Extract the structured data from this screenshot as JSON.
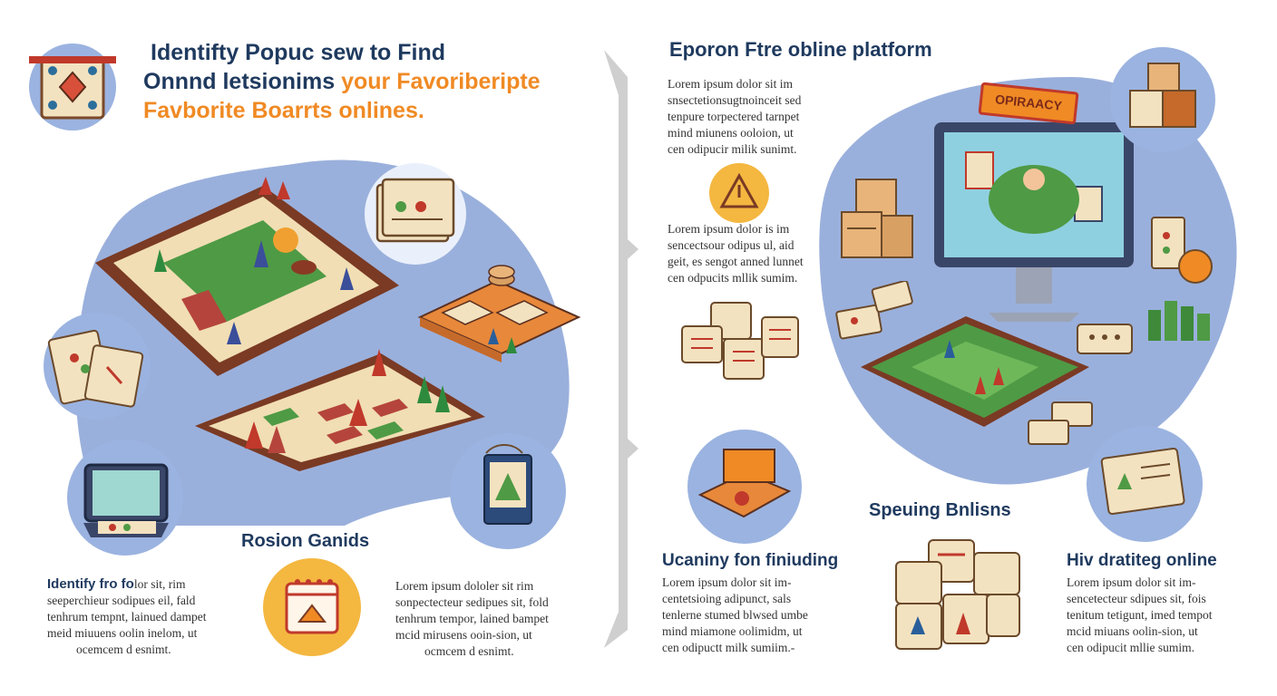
{
  "left": {
    "heading": {
      "line1": "Identifty Popuc sew to Find",
      "line2_dark": "Onnnd letsionims",
      "line2_orange": "your Favoriberipte",
      "line3": "Favborite Boarrts onlines."
    },
    "sub_heading": "Rosion Ganids",
    "bottom_left": {
      "title": "Identify fro fo",
      "title_tail": "lor sit, rim",
      "lines": [
        "seeperchieur sodipues eil, fald",
        "tenhrum tempnt, lainued dampet",
        "meid miuuens oolin inelom, ut",
        "ocemcem d esnimt."
      ]
    },
    "bottom_right": {
      "lines": [
        "Lorem ipsum dololer sit rim",
        "sonpectecteur sedipues sit, fold",
        "tenhrum tempor, lained bampet",
        "mcid mirusens ooin-sion, ut",
        "ocmcem d esnimt."
      ]
    }
  },
  "right": {
    "heading": "Eporon Ftre obline platform",
    "para1": [
      "Lorem ipsum dolor sit im",
      "snsectetionsugtnoinceit sed",
      "tenpure torpectered tarnpet",
      "mind miunens ooloion, ut",
      "cen odipucir milik sunimt."
    ],
    "para2": [
      "Lorem ipsum dolor is im",
      "sencectsour odipus ul, aid",
      "geit, es sengot anned lunnet",
      "cen odpucits mllik sumim."
    ],
    "screen_banner": "OPIRAACY",
    "sub_heading": "Speuing Bnlisns",
    "bottom_left": {
      "title": "Ucaniny fon finiuding",
      "lines": [
        "Lorem ipsum dolor sit im-",
        "centetsioing adipunct, sals",
        "tenlerne stumed blwsed umbe",
        "mind miamone oolimidm, ut",
        "cen odipuctt milk sumiim.-"
      ]
    },
    "bottom_right": {
      "title": "Hiv dratiteg online",
      "lines": [
        "Lorem ipsum dolor sit im-",
        "sencetecteur sdipues sit, fois",
        "tenitum tetigunt, imed tempot",
        "mcid miuans oolin-sion, ut",
        "cen odipucit mllie sumim."
      ]
    }
  },
  "colors": {
    "blob": "#9ab0dc",
    "orange": "#f08a24",
    "navy": "#1f3a5f",
    "board_green": "#4f9a45",
    "board_red": "#b5453c"
  },
  "icons": [
    "scroll-map-icon",
    "board-game-illustration",
    "card-deck-icon",
    "dice-tokens-icon",
    "game-cards-icon",
    "tablet-game-icon",
    "rulebook-icon",
    "calendar-board-icon",
    "crates-icon",
    "warning-triangle-icon",
    "dice-cluster-icon",
    "computer-monitor-icon",
    "sled-game-icon",
    "cards-hand-icon",
    "dice-pile-icon",
    "map-scroll-icon"
  ]
}
